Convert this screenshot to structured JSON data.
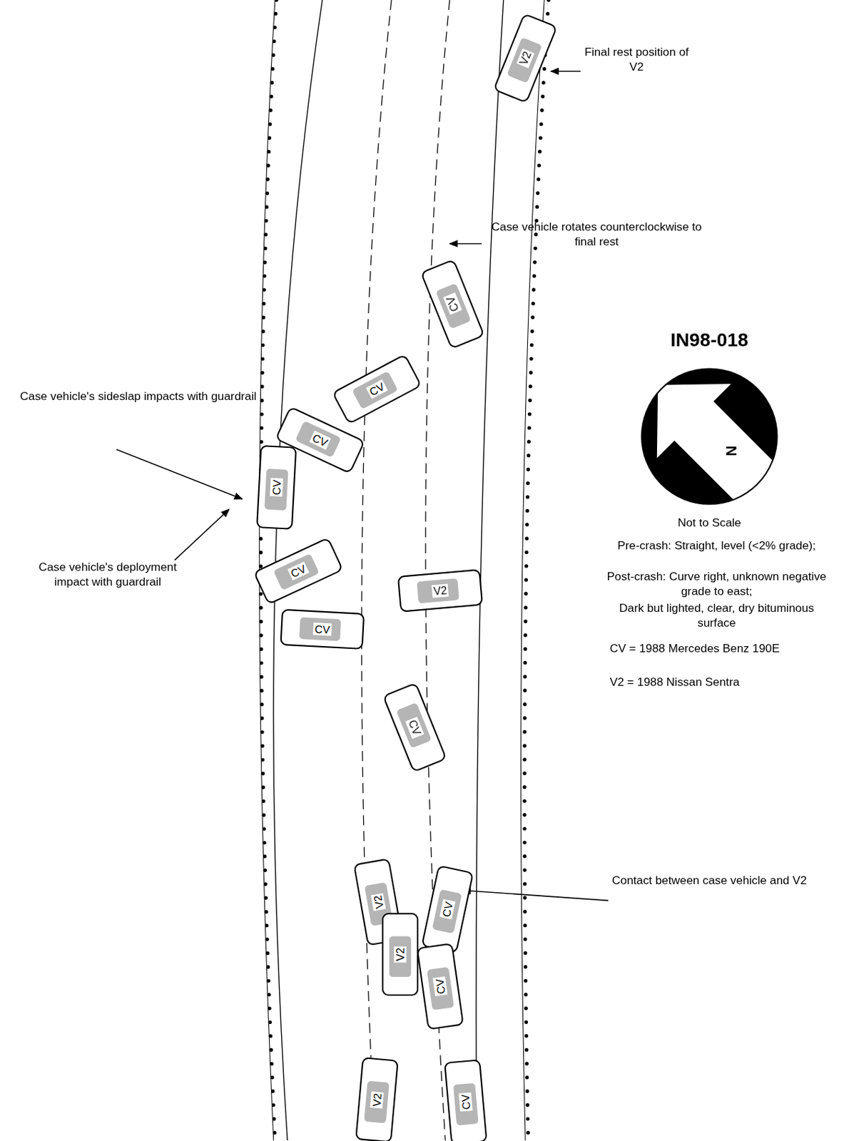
{
  "diagram": {
    "title": "IN98-018",
    "labels": [
      "Final rest position of V2",
      "Case vehicle rotates counterclockwise to final rest",
      "Case vehicle's sideslap impacts with guardrail",
      "Case vehicle's deployment impact with guardrail",
      "Contact between case vehicle and V2",
      "N",
      "Not to Scale",
      "Pre-crash: Straight, level (<2% grade);",
      "Post-crash: Curve right, unknown negative grade to east;",
      "Dark but lighted, clear, dry bituminous surface",
      "CV = 1988 Mercedes Benz 190E",
      "V2 = 1988 Nissan Sentra",
      "V2",
      "CV",
      "CV",
      "CV",
      "CV",
      "CV",
      "V2",
      "CV",
      "CV",
      "V2",
      "CV",
      "V2",
      "CV",
      "V2",
      "CV"
    ]
  }
}
